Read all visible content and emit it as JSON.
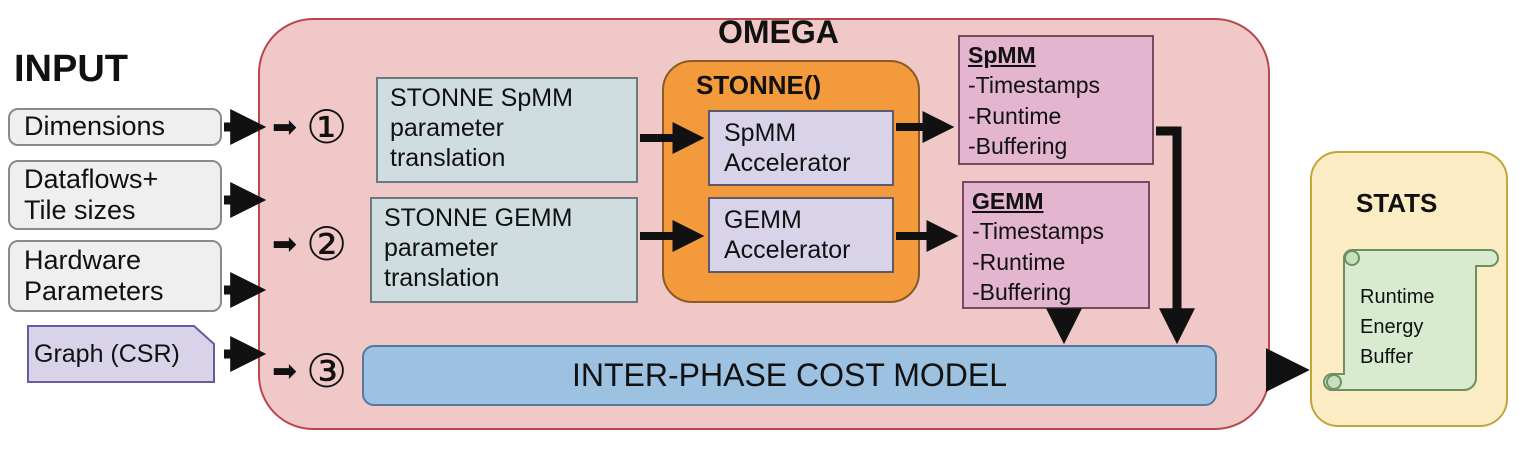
{
  "input": {
    "title": "INPUT",
    "items": [
      {
        "lines": [
          "Dimensions"
        ]
      },
      {
        "lines": [
          "Dataflows+",
          "Tile sizes"
        ]
      },
      {
        "lines": [
          "Hardware",
          "Parameters"
        ]
      },
      {
        "lines": [
          "Graph (CSR)"
        ]
      }
    ]
  },
  "omega": {
    "title": "OMEGA",
    "steps": [
      "①",
      "②",
      "③"
    ],
    "step_arrow": "➡",
    "spmm_translation": [
      "STONNE SpMM",
      "parameter",
      "translation"
    ],
    "gemm_translation": [
      "STONNE GEMM",
      "parameter",
      "translation"
    ],
    "stonne": {
      "title": "STONNE()",
      "spmm_accel": [
        "SpMM",
        "Accelerator"
      ],
      "gemm_accel": [
        "GEMM",
        "Accelerator"
      ]
    },
    "spmm_out": {
      "header": "SpMM",
      "items": [
        "-Timestamps",
        "-Runtime",
        "-Buffering"
      ]
    },
    "gemm_out": {
      "header": "GEMM",
      "items": [
        "-Timestamps",
        "-Runtime",
        "-Buffering"
      ]
    },
    "cost_model": "INTER-PHASE COST MODEL"
  },
  "stats": {
    "title": "STATS",
    "items": [
      "Runtime",
      "Energy",
      "Buffer"
    ]
  },
  "colors": {
    "omega_fill": "#f0c8c8",
    "stonne_fill": "#f39a3c",
    "param_fill": "#cfdde0",
    "accel_fill": "#d9d3ea",
    "out_fill": "#e4b5cf",
    "cost_fill": "#9cc1e1",
    "stats_fill": "#fbecc4",
    "scroll_fill": "#d8ebcf"
  }
}
